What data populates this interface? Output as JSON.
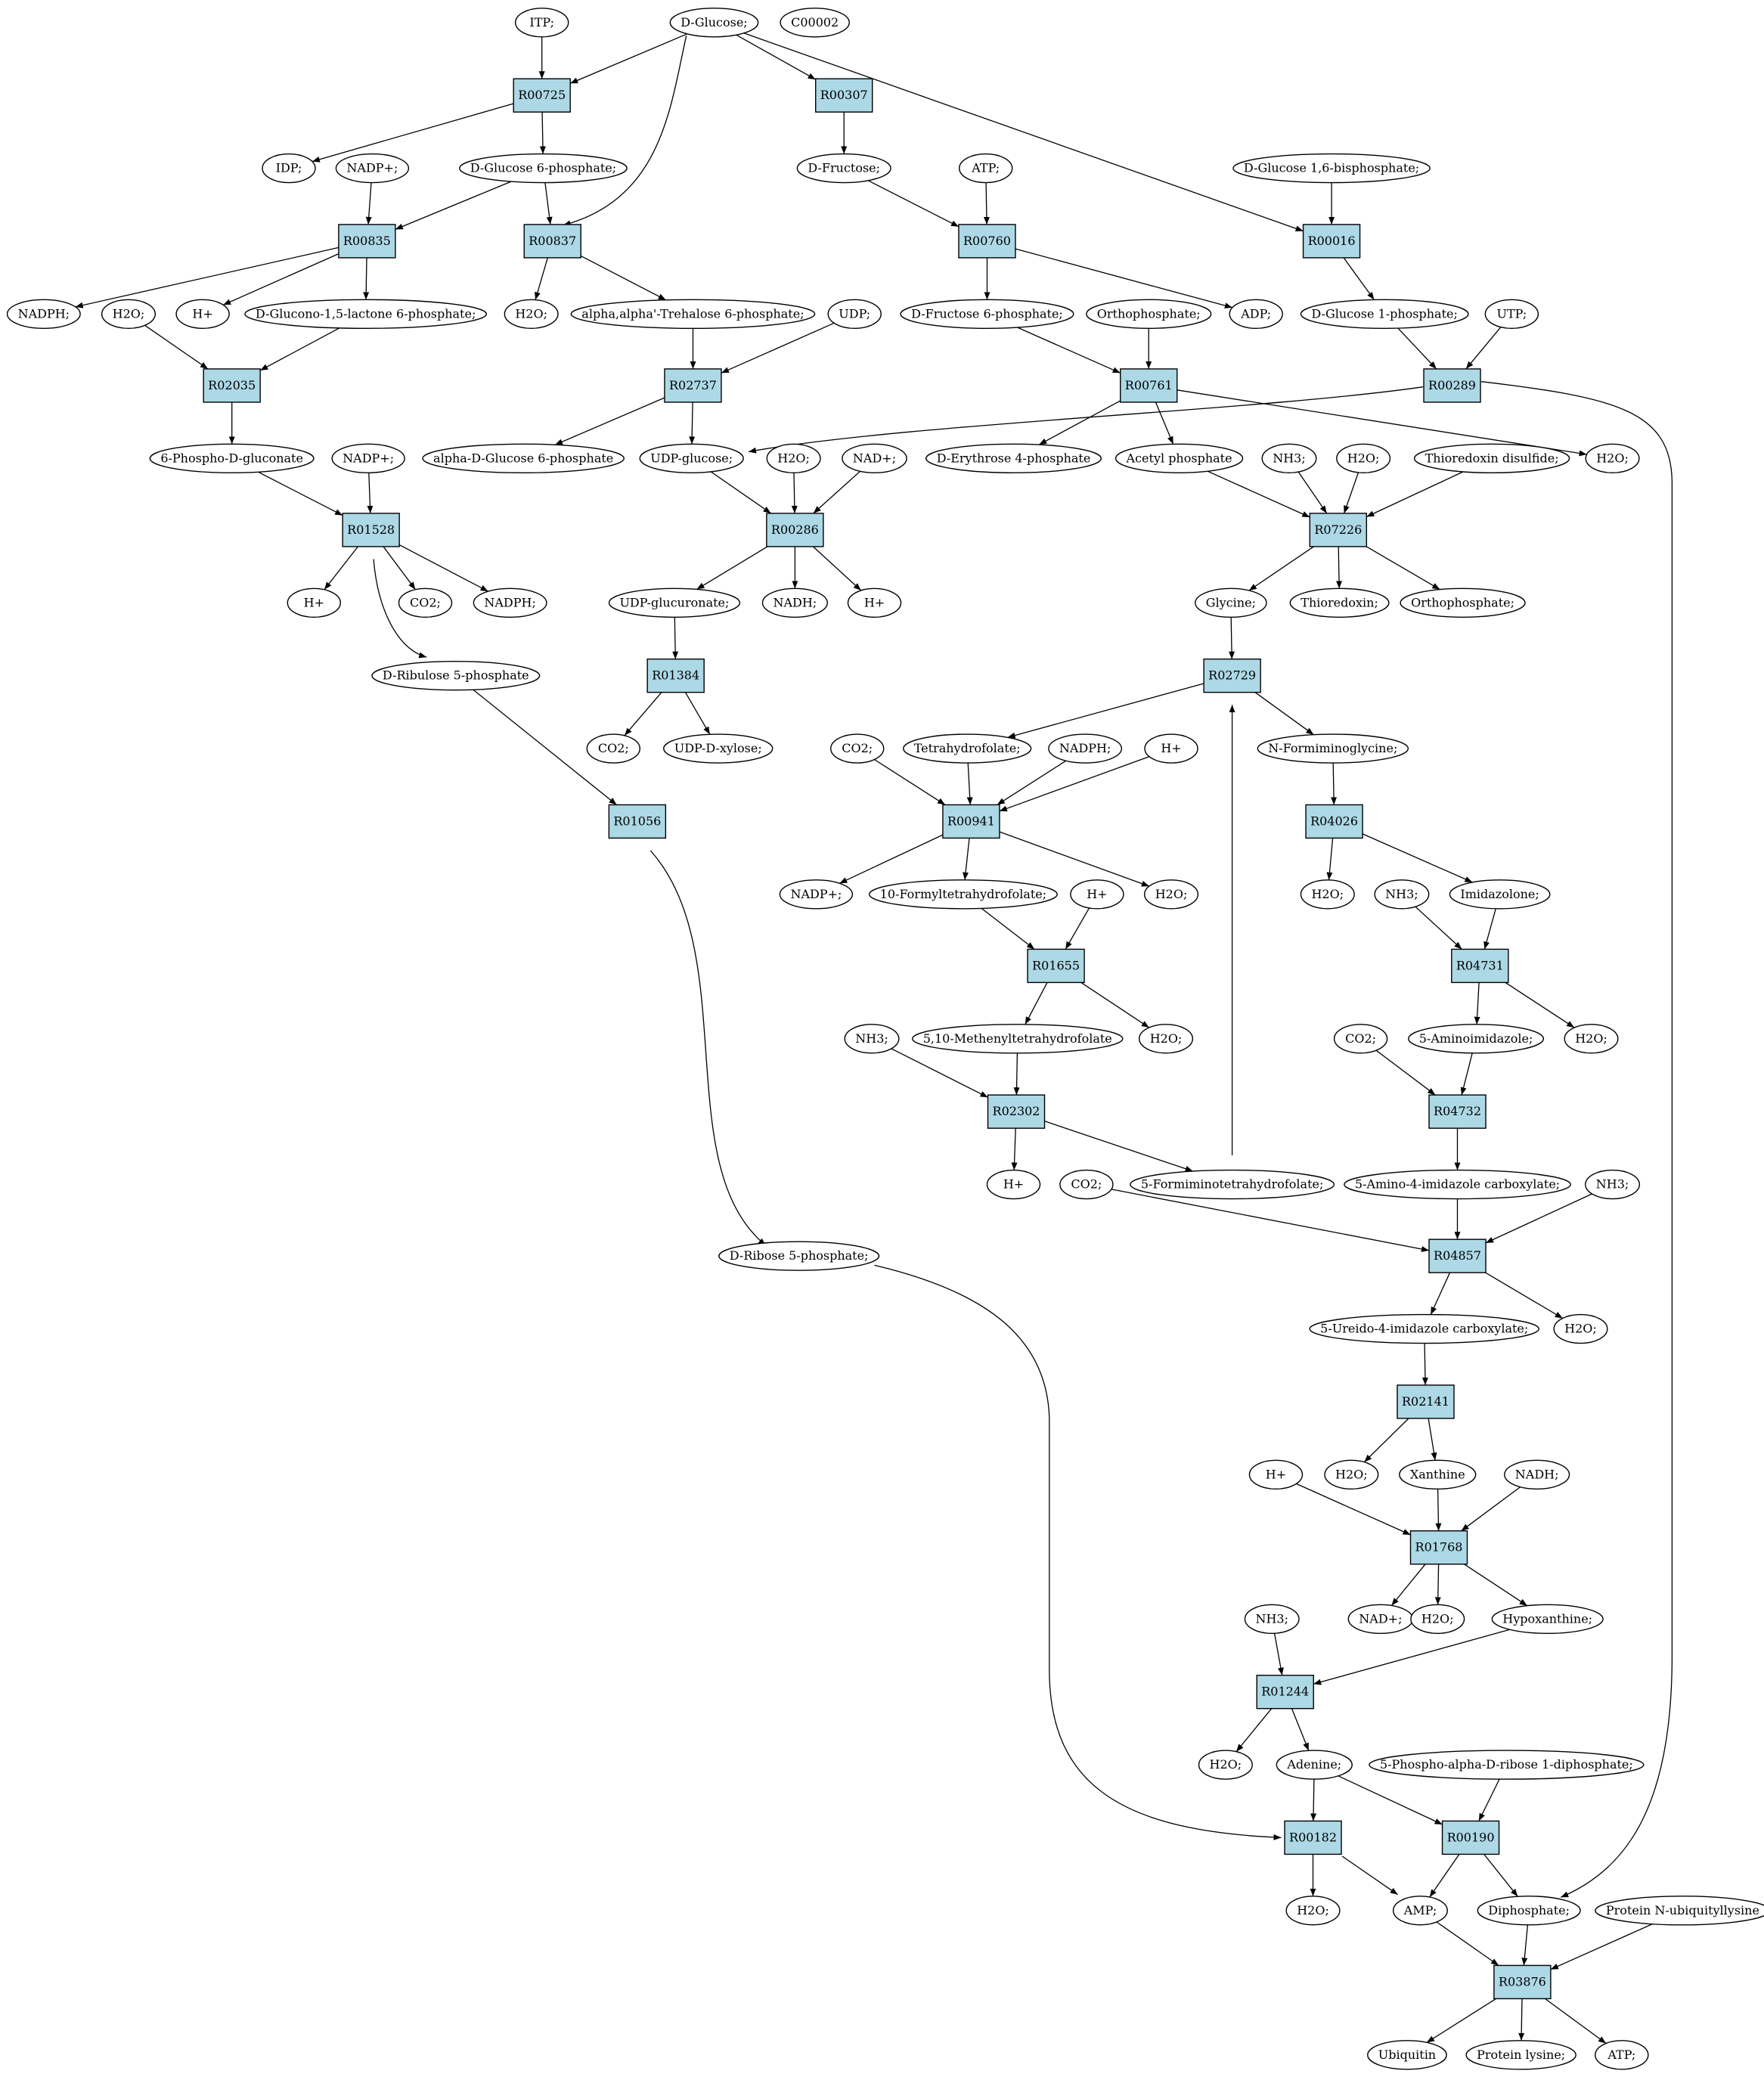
{
  "colors": {
    "reaction": "#add8e6",
    "start": "#00ff00",
    "highlight": "#ffff00",
    "compound": "#ffffff"
  },
  "nodes": [
    {
      "id": "itp",
      "label": "ITP;",
      "shape": "ellipse"
    },
    {
      "id": "dglucose",
      "label": "D-Glucose;",
      "shape": "ellipse",
      "fill": "start"
    },
    {
      "id": "c00002",
      "label": "C00002",
      "shape": "ellipse",
      "fill": "highlight"
    },
    {
      "id": "R00725",
      "label": "R00725",
      "shape": "box"
    },
    {
      "id": "R00307",
      "label": "R00307",
      "shape": "box"
    },
    {
      "id": "idp",
      "label": "IDP;",
      "shape": "ellipse"
    },
    {
      "id": "nadp_1",
      "label": "NADP+;",
      "shape": "ellipse"
    },
    {
      "id": "g6p",
      "label": "D-Glucose 6-phosphate;",
      "shape": "ellipse"
    },
    {
      "id": "dfructose",
      "label": "D-Fructose;",
      "shape": "ellipse"
    },
    {
      "id": "atp_1",
      "label": "ATP;",
      "shape": "ellipse"
    },
    {
      "id": "g16bp",
      "label": "D-Glucose 1,6-bisphosphate;",
      "shape": "ellipse"
    },
    {
      "id": "R00835",
      "label": "R00835",
      "shape": "box"
    },
    {
      "id": "R00837",
      "label": "R00837",
      "shape": "box"
    },
    {
      "id": "R00760",
      "label": "R00760",
      "shape": "box"
    },
    {
      "id": "R00016",
      "label": "R00016",
      "shape": "box"
    },
    {
      "id": "nadph_1",
      "label": "NADPH;",
      "shape": "ellipse"
    },
    {
      "id": "h2o_1",
      "label": "H2O;",
      "shape": "ellipse"
    },
    {
      "id": "hplus_1",
      "label": "H+",
      "shape": "ellipse"
    },
    {
      "id": "glucono",
      "label": "D-Glucono-1,5-lactone 6-phosphate;",
      "shape": "ellipse"
    },
    {
      "id": "h2o_2",
      "label": "H2O;",
      "shape": "ellipse"
    },
    {
      "id": "trehalose6p",
      "label": "alpha,alpha'-Trehalose 6-phosphate;",
      "shape": "ellipse"
    },
    {
      "id": "udp",
      "label": "UDP;",
      "shape": "ellipse"
    },
    {
      "id": "f6p",
      "label": "D-Fructose 6-phosphate;",
      "shape": "ellipse"
    },
    {
      "id": "orthophosphate_1",
      "label": "Orthophosphate;",
      "shape": "ellipse"
    },
    {
      "id": "adp",
      "label": "ADP;",
      "shape": "ellipse"
    },
    {
      "id": "g1p",
      "label": "D-Glucose 1-phosphate;",
      "shape": "ellipse"
    },
    {
      "id": "utp",
      "label": "UTP;",
      "shape": "ellipse"
    },
    {
      "id": "R02035",
      "label": "R02035",
      "shape": "box"
    },
    {
      "id": "R02737",
      "label": "R02737",
      "shape": "box"
    },
    {
      "id": "R00761",
      "label": "R00761",
      "shape": "box"
    },
    {
      "id": "R00289",
      "label": "R00289",
      "shape": "box"
    },
    {
      "id": "phosphogluconate",
      "label": "6-Phospho-D-gluconate",
      "shape": "ellipse"
    },
    {
      "id": "nadp_2",
      "label": "NADP+;",
      "shape": "ellipse"
    },
    {
      "id": "aglucose6p",
      "label": "alpha-D-Glucose 6-phosphate",
      "shape": "ellipse"
    },
    {
      "id": "udpglucose",
      "label": "UDP-glucose;",
      "shape": "ellipse"
    },
    {
      "id": "h2o_3",
      "label": "H2O;",
      "shape": "ellipse"
    },
    {
      "id": "nad_1",
      "label": "NAD+;",
      "shape": "ellipse"
    },
    {
      "id": "erythrose",
      "label": "D-Erythrose 4-phosphate",
      "shape": "ellipse"
    },
    {
      "id": "acetylphosphate",
      "label": "Acetyl phosphate",
      "shape": "ellipse"
    },
    {
      "id": "nh3_1",
      "label": "NH3;",
      "shape": "ellipse"
    },
    {
      "id": "h2o_4",
      "label": "H2O;",
      "shape": "ellipse"
    },
    {
      "id": "thioredoxin_ds",
      "label": "Thioredoxin disulfide;",
      "shape": "ellipse"
    },
    {
      "id": "h2o_5",
      "label": "H2O;",
      "shape": "ellipse"
    },
    {
      "id": "R01528",
      "label": "R01528",
      "shape": "box"
    },
    {
      "id": "R00286",
      "label": "R00286",
      "shape": "box"
    },
    {
      "id": "R07226",
      "label": "R07226",
      "shape": "box"
    },
    {
      "id": "hplus_2",
      "label": "H+",
      "shape": "ellipse"
    },
    {
      "id": "co2_1",
      "label": "CO2;",
      "shape": "ellipse"
    },
    {
      "id": "nadph_2",
      "label": "NADPH;",
      "shape": "ellipse"
    },
    {
      "id": "udpglucuronate",
      "label": "UDP-glucuronate;",
      "shape": "ellipse"
    },
    {
      "id": "nadh_1",
      "label": "NADH;",
      "shape": "ellipse"
    },
    {
      "id": "hplus_3",
      "label": "H+",
      "shape": "ellipse"
    },
    {
      "id": "glycine",
      "label": "Glycine;",
      "shape": "ellipse"
    },
    {
      "id": "thioredoxin",
      "label": "Thioredoxin;",
      "shape": "ellipse"
    },
    {
      "id": "orthophosphate_2",
      "label": "Orthophosphate;",
      "shape": "ellipse"
    },
    {
      "id": "ribulose5p",
      "label": "D-Ribulose 5-phosphate",
      "shape": "ellipse"
    },
    {
      "id": "R01384",
      "label": "R01384",
      "shape": "box"
    },
    {
      "id": "R02729",
      "label": "R02729",
      "shape": "box"
    },
    {
      "id": "co2_2",
      "label": "CO2;",
      "shape": "ellipse"
    },
    {
      "id": "udpxylose",
      "label": "UDP-D-xylose;",
      "shape": "ellipse"
    },
    {
      "id": "co2_3",
      "label": "CO2;",
      "shape": "ellipse"
    },
    {
      "id": "thf",
      "label": "Tetrahydrofolate;",
      "shape": "ellipse"
    },
    {
      "id": "nadph_3",
      "label": "NADPH;",
      "shape": "ellipse"
    },
    {
      "id": "hplus_4",
      "label": "H+",
      "shape": "ellipse"
    },
    {
      "id": "nformiminoglycine",
      "label": "N-Formiminoglycine;",
      "shape": "ellipse"
    },
    {
      "id": "R01056",
      "label": "R01056",
      "shape": "box"
    },
    {
      "id": "R00941",
      "label": "R00941",
      "shape": "box"
    },
    {
      "id": "R04026",
      "label": "R04026",
      "shape": "box"
    },
    {
      "id": "nadp_3",
      "label": "NADP+;",
      "shape": "ellipse"
    },
    {
      "id": "formylthf",
      "label": "10-Formyltetrahydrofolate;",
      "shape": "ellipse"
    },
    {
      "id": "hplus_5",
      "label": "H+",
      "shape": "ellipse"
    },
    {
      "id": "h2o_6",
      "label": "H2O;",
      "shape": "ellipse"
    },
    {
      "id": "h2o_7",
      "label": "H2O;",
      "shape": "ellipse"
    },
    {
      "id": "nh3_2",
      "label": "NH3;",
      "shape": "ellipse"
    },
    {
      "id": "imidazolone",
      "label": "Imidazolone;",
      "shape": "ellipse"
    },
    {
      "id": "R01655",
      "label": "R01655",
      "shape": "box"
    },
    {
      "id": "R04731",
      "label": "R04731",
      "shape": "box"
    },
    {
      "id": "nh3_3",
      "label": "NH3;",
      "shape": "ellipse"
    },
    {
      "id": "methenylthf",
      "label": "5,10-Methenyltetrahydrofolate",
      "shape": "ellipse"
    },
    {
      "id": "h2o_8",
      "label": "H2O;",
      "shape": "ellipse"
    },
    {
      "id": "co2_4",
      "label": "CO2;",
      "shape": "ellipse"
    },
    {
      "id": "aminoimidazole",
      "label": "5-Aminoimidazole;",
      "shape": "ellipse"
    },
    {
      "id": "h2o_9",
      "label": "H2O;",
      "shape": "ellipse"
    },
    {
      "id": "R02302",
      "label": "R02302",
      "shape": "box"
    },
    {
      "id": "R04732",
      "label": "R04732",
      "shape": "box"
    },
    {
      "id": "hplus_6",
      "label": "H+",
      "shape": "ellipse"
    },
    {
      "id": "co2_5",
      "label": "CO2;",
      "shape": "ellipse"
    },
    {
      "id": "formiminothf",
      "label": "5-Formiminotetrahydrofolate;",
      "shape": "ellipse"
    },
    {
      "id": "aminoimidazolecarb",
      "label": "5-Amino-4-imidazole carboxylate;",
      "shape": "ellipse"
    },
    {
      "id": "nh3_4",
      "label": "NH3;",
      "shape": "ellipse"
    },
    {
      "id": "ribose5p",
      "label": "D-Ribose 5-phosphate;",
      "shape": "ellipse"
    },
    {
      "id": "R04857",
      "label": "R04857",
      "shape": "box"
    },
    {
      "id": "ureidoimidazolecarb",
      "label": "5-Ureido-4-imidazole carboxylate;",
      "shape": "ellipse"
    },
    {
      "id": "h2o_10",
      "label": "H2O;",
      "shape": "ellipse"
    },
    {
      "id": "R02141",
      "label": "R02141",
      "shape": "box"
    },
    {
      "id": "hplus_7",
      "label": "H+",
      "shape": "ellipse"
    },
    {
      "id": "h2o_11",
      "label": "H2O;",
      "shape": "ellipse"
    },
    {
      "id": "xanthine",
      "label": "Xanthine",
      "shape": "ellipse"
    },
    {
      "id": "nadh_2",
      "label": "NADH;",
      "shape": "ellipse"
    },
    {
      "id": "R01768",
      "label": "R01768",
      "shape": "box"
    },
    {
      "id": "nh3_5",
      "label": "NH3;",
      "shape": "ellipse"
    },
    {
      "id": "nad_2",
      "label": "NAD+;",
      "shape": "ellipse"
    },
    {
      "id": "h2o_12",
      "label": "H2O;",
      "shape": "ellipse"
    },
    {
      "id": "hypoxanthine",
      "label": "Hypoxanthine;",
      "shape": "ellipse"
    },
    {
      "id": "R01244",
      "label": "R01244",
      "shape": "box"
    },
    {
      "id": "h2o_13",
      "label": "H2O;",
      "shape": "ellipse"
    },
    {
      "id": "adenine",
      "label": "Adenine;",
      "shape": "ellipse"
    },
    {
      "id": "prpp",
      "label": "5-Phospho-alpha-D-ribose 1-diphosphate;",
      "shape": "ellipse"
    },
    {
      "id": "R00182",
      "label": "R00182",
      "shape": "box"
    },
    {
      "id": "R00190",
      "label": "R00190",
      "shape": "box"
    },
    {
      "id": "h2o_14",
      "label": "H2O;",
      "shape": "ellipse"
    },
    {
      "id": "amp",
      "label": "AMP;",
      "shape": "ellipse"
    },
    {
      "id": "diphosphate",
      "label": "Diphosphate;",
      "shape": "ellipse"
    },
    {
      "id": "proteinubiq",
      "label": "Protein N-ubiquityllysine",
      "shape": "ellipse"
    },
    {
      "id": "R03876",
      "label": "R03876",
      "shape": "box"
    },
    {
      "id": "ubiquitin",
      "label": "Ubiquitin",
      "shape": "ellipse"
    },
    {
      "id": "proteinlysine",
      "label": "Protein lysine;",
      "shape": "ellipse"
    },
    {
      "id": "atp_2",
      "label": "ATP;",
      "shape": "ellipse"
    }
  ],
  "edges": [
    [
      "itp",
      "R00725"
    ],
    [
      "dglucose",
      "R00725"
    ],
    [
      "dglucose",
      "R00307"
    ],
    [
      "dglucose",
      "R00837"
    ],
    [
      "dglucose",
      "R00016"
    ],
    [
      "R00725",
      "idp"
    ],
    [
      "R00725",
      "g6p"
    ],
    [
      "R00307",
      "dfructose"
    ],
    [
      "nadp_1",
      "R00835"
    ],
    [
      "g6p",
      "R00835"
    ],
    [
      "g6p",
      "R00837"
    ],
    [
      "dfructose",
      "R00760"
    ],
    [
      "atp_1",
      "R00760"
    ],
    [
      "g16bp",
      "R00016"
    ],
    [
      "R00835",
      "nadph_1"
    ],
    [
      "R00835",
      "hplus_1"
    ],
    [
      "R00835",
      "glucono"
    ],
    [
      "R00837",
      "h2o_2"
    ],
    [
      "R00837",
      "trehalose6p"
    ],
    [
      "R00760",
      "f6p"
    ],
    [
      "R00760",
      "adp"
    ],
    [
      "R00016",
      "g1p"
    ],
    [
      "h2o_1",
      "R02035"
    ],
    [
      "glucono",
      "R02035"
    ],
    [
      "trehalose6p",
      "R02737"
    ],
    [
      "udp",
      "R02737"
    ],
    [
      "f6p",
      "R00761"
    ],
    [
      "orthophosphate_1",
      "R00761"
    ],
    [
      "g1p",
      "R00289"
    ],
    [
      "utp",
      "R00289"
    ],
    [
      "R02035",
      "phosphogluconate"
    ],
    [
      "R02737",
      "aglucose6p"
    ],
    [
      "R02737",
      "udpglucose"
    ],
    [
      "R00761",
      "erythrose"
    ],
    [
      "R00761",
      "acetylphosphate"
    ],
    [
      "R00761",
      "h2o_5"
    ],
    [
      "R00289",
      "udpglucose"
    ],
    [
      "R00289",
      "diphosphate"
    ],
    [
      "phosphogluconate",
      "R01528"
    ],
    [
      "nadp_2",
      "R01528"
    ],
    [
      "udpglucose",
      "R00286"
    ],
    [
      "h2o_3",
      "R00286"
    ],
    [
      "nad_1",
      "R00286"
    ],
    [
      "acetylphosphate",
      "R07226"
    ],
    [
      "nh3_1",
      "R07226"
    ],
    [
      "h2o_4",
      "R07226"
    ],
    [
      "thioredoxin_ds",
      "R07226"
    ],
    [
      "R01528",
      "hplus_2"
    ],
    [
      "R01528",
      "co2_1"
    ],
    [
      "R01528",
      "nadph_2"
    ],
    [
      "R01528",
      "ribulose5p"
    ],
    [
      "R00286",
      "udpglucuronate"
    ],
    [
      "R00286",
      "nadh_1"
    ],
    [
      "R00286",
      "hplus_3"
    ],
    [
      "R07226",
      "glycine"
    ],
    [
      "R07226",
      "thioredoxin"
    ],
    [
      "R07226",
      "orthophosphate_2"
    ],
    [
      "udpglucuronate",
      "R01384"
    ],
    [
      "glycine",
      "R02729"
    ],
    [
      "R01384",
      "co2_2"
    ],
    [
      "R01384",
      "udpxylose"
    ],
    [
      "R02729",
      "thf"
    ],
    [
      "R02729",
      "nformiminoglycine"
    ],
    [
      "ribulose5p",
      "R01056"
    ],
    [
      "co2_3",
      "R00941"
    ],
    [
      "thf",
      "R00941"
    ],
    [
      "nadph_3",
      "R00941"
    ],
    [
      "hplus_4",
      "R00941"
    ],
    [
      "nformiminoglycine",
      "R04026"
    ],
    [
      "R00941",
      "nadp_3"
    ],
    [
      "R00941",
      "formylthf"
    ],
    [
      "R00941",
      "h2o_6"
    ],
    [
      "R04026",
      "h2o_7"
    ],
    [
      "R04026",
      "imidazolone"
    ],
    [
      "formylthf",
      "R01655"
    ],
    [
      "hplus_5",
      "R01655"
    ],
    [
      "nh3_2",
      "R04731"
    ],
    [
      "imidazolone",
      "R04731"
    ],
    [
      "R01655",
      "methenylthf"
    ],
    [
      "R01655",
      "h2o_8"
    ],
    [
      "R04731",
      "aminoimidazole"
    ],
    [
      "R04731",
      "h2o_9"
    ],
    [
      "nh3_3",
      "R02302"
    ],
    [
      "methenylthf",
      "R02302"
    ],
    [
      "co2_4",
      "R04732"
    ],
    [
      "aminoimidazole",
      "R04732"
    ],
    [
      "R02302",
      "hplus_6"
    ],
    [
      "R02302",
      "formiminothf"
    ],
    [
      "formiminothf",
      "R02729"
    ],
    [
      "R04732",
      "aminoimidazolecarb"
    ],
    [
      "R01056",
      "ribose5p"
    ],
    [
      "co2_5",
      "R04857"
    ],
    [
      "aminoimidazolecarb",
      "R04857"
    ],
    [
      "nh3_4",
      "R04857"
    ],
    [
      "R04857",
      "ureidoimidazolecarb"
    ],
    [
      "R04857",
      "h2o_10"
    ],
    [
      "ureidoimidazolecarb",
      "R02141"
    ],
    [
      "R02141",
      "h2o_11"
    ],
    [
      "R02141",
      "xanthine"
    ],
    [
      "hplus_7",
      "R01768"
    ],
    [
      "xanthine",
      "R01768"
    ],
    [
      "nadh_2",
      "R01768"
    ],
    [
      "R01768",
      "nad_2"
    ],
    [
      "R01768",
      "h2o_12"
    ],
    [
      "R01768",
      "hypoxanthine"
    ],
    [
      "nh3_5",
      "R01244"
    ],
    [
      "hypoxanthine",
      "R01244"
    ],
    [
      "R01244",
      "h2o_13"
    ],
    [
      "R01244",
      "adenine"
    ],
    [
      "adenine",
      "R00182"
    ],
    [
      "adenine",
      "R00190"
    ],
    [
      "prpp",
      "R00190"
    ],
    [
      "ribose5p",
      "R00182"
    ],
    [
      "R00182",
      "h2o_14"
    ],
    [
      "R00182",
      "amp"
    ],
    [
      "R00190",
      "amp"
    ],
    [
      "R00190",
      "diphosphate"
    ],
    [
      "amp",
      "R03876"
    ],
    [
      "diphosphate",
      "R03876"
    ],
    [
      "proteinubiq",
      "R03876"
    ],
    [
      "R03876",
      "ubiquitin"
    ],
    [
      "R03876",
      "proteinlysine"
    ],
    [
      "R03876",
      "atp_2"
    ]
  ]
}
